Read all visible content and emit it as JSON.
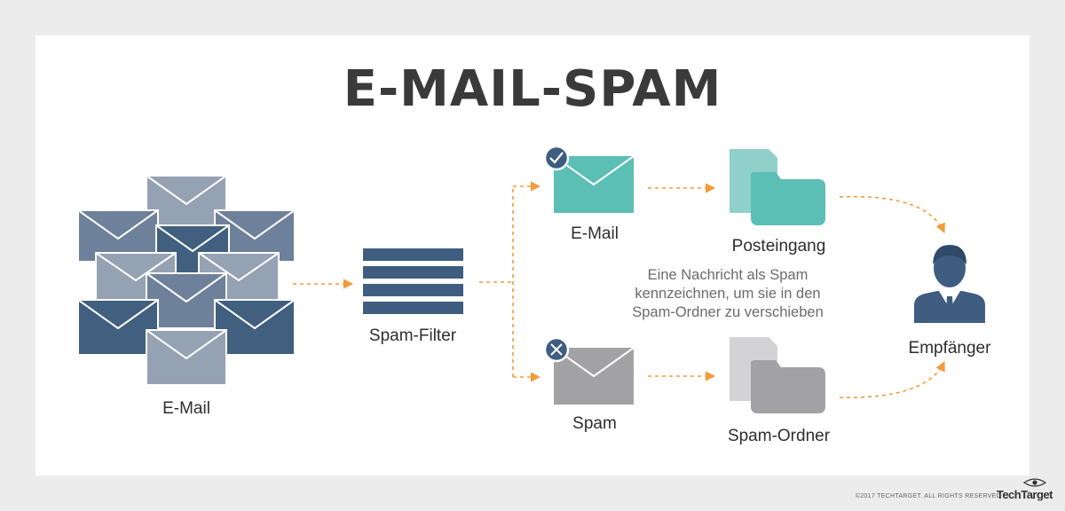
{
  "title": "E-MAIL-SPAM",
  "labels": {
    "email_source": "E-Mail",
    "spam_filter": "Spam-Filter",
    "email_ok": "E-Mail",
    "spam": "Spam",
    "inbox": "Posteingang",
    "spam_folder": "Spam-Ordner",
    "recipient": "Empfänger"
  },
  "note": "Eine Nachricht als Spam kennzeichnen, um sie in den Spam-Ordner zu verschieben",
  "footer": {
    "copyright": "©2017 TECHTARGET. ALL RIGHTS RESERVED",
    "brand": "TechTarget"
  },
  "colors": {
    "envelope_dark": "#415f7f",
    "envelope_mid": "#6e819b",
    "envelope_light": "#95a2b4",
    "teal": "#5bbfb5",
    "teal_light": "#8fd0ca",
    "gray": "#a2a2a4",
    "gray_light": "#d3d3d5",
    "arrow": "#f39a3a",
    "person": "#3e5d80"
  }
}
